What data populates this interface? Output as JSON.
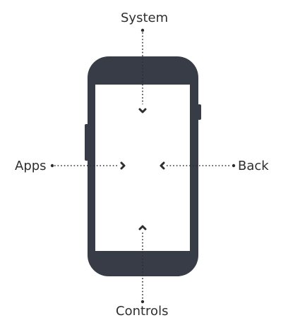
{
  "labels": {
    "top": "System",
    "left": "Apps",
    "right": "Back",
    "bottom": "Controls"
  },
  "colors": {
    "phone_body": "#373c46",
    "screen": "#ffffff",
    "guide_dots": "#2e2e2e",
    "text": "#2e2e2e"
  },
  "icons": {
    "top": "chevron-down-icon",
    "left": "chevron-right-icon",
    "right": "chevron-left-icon",
    "bottom": "chevron-up-icon"
  }
}
